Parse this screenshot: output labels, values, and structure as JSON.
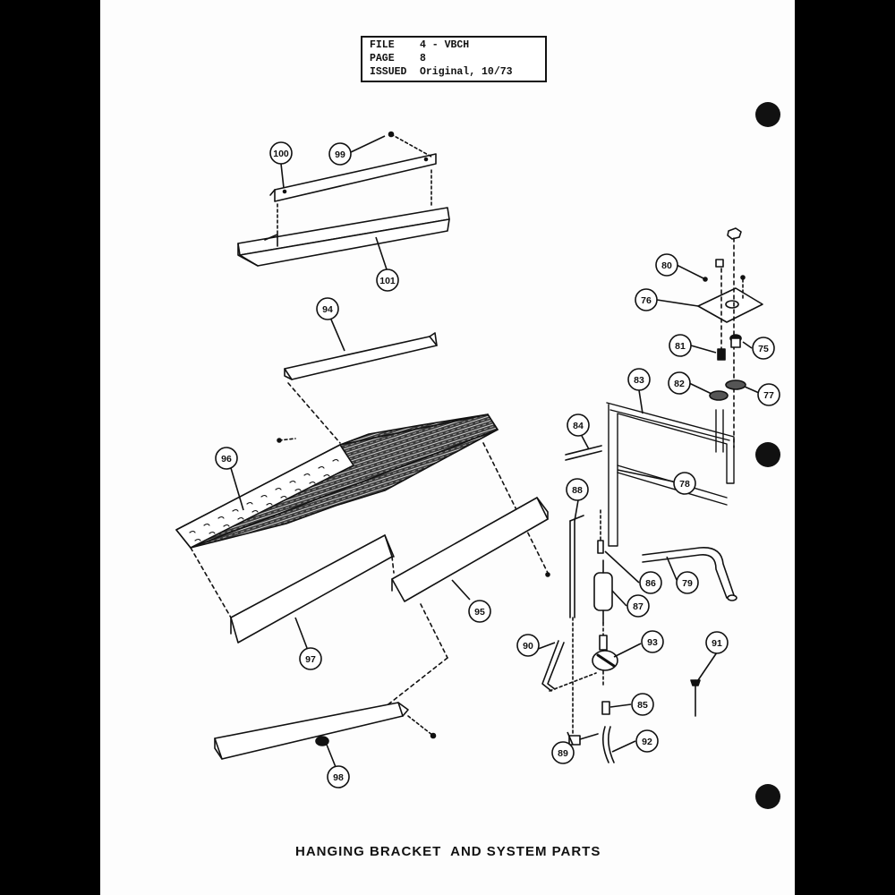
{
  "header": {
    "file_label": "FILE",
    "file_value": "4 - VBCH",
    "page_label": "PAGE",
    "page_value": "8",
    "issued_label": "ISSUED",
    "issued_value": "Original, 10/73"
  },
  "caption": "HANGING BRACKET  AND SYSTEM PARTS",
  "callouts": {
    "c100": "100",
    "c99": "99",
    "c101": "101",
    "c94": "94",
    "c96": "96",
    "c95": "95",
    "c97": "97",
    "c98": "98",
    "c80": "80",
    "c76": "76",
    "c75": "75",
    "c81": "81",
    "c82": "82",
    "c77": "77",
    "c83": "83",
    "c84": "84",
    "c78": "78",
    "c88": "88",
    "c86": "86",
    "c79": "79",
    "c87": "87",
    "c90": "90",
    "c93": "93",
    "c91": "91",
    "c85": "85",
    "c89": "89",
    "c92": "92"
  }
}
